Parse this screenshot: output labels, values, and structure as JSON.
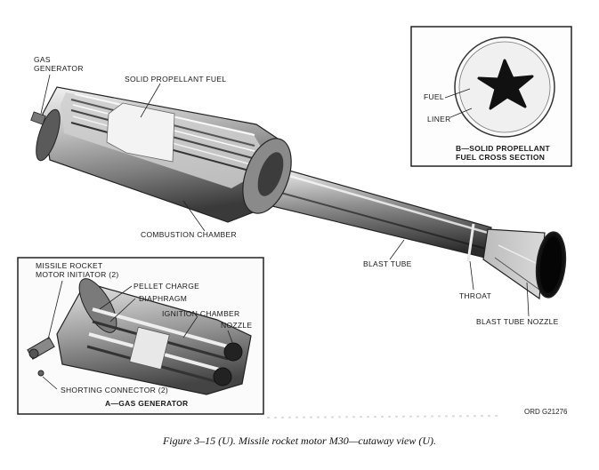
{
  "labels": {
    "gas_generator": [
      "GAS",
      "GENERATOR"
    ],
    "solid_propellant_fuel": "SOLID PROPELLANT FUEL",
    "combustion_chamber": "COMBUSTION CHAMBER",
    "blast_tube": "BLAST TUBE",
    "throat": "THROAT",
    "blast_tube_nozzle": "BLAST TUBE NOZZLE"
  },
  "inset_b": {
    "fuel": "FUEL",
    "liner": "LINER",
    "title": [
      "B—SOLID PROPELLANT",
      "FUEL CROSS SECTION"
    ]
  },
  "inset_a": {
    "missile_rocket_motor_initiator": [
      "MISSILE ROCKET",
      "MOTOR INITIATOR (2)"
    ],
    "pellet_charge": "PELLET CHARGE",
    "diaphragm": "DIAPHRAGM",
    "ignition_chamber": "IGNITION CHAMBER",
    "nozzle": "NOZZLE",
    "shorting_connector": "SHORTING CONNECTOR (2)",
    "title": "A—GAS GENERATOR"
  },
  "ord_number": "ORD G21276",
  "caption": "Figure 3–15 (U).  Missile rocket motor M30—cutaway view (U)."
}
